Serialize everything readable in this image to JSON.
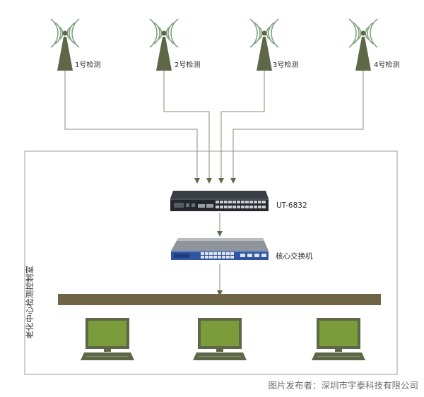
{
  "towers": [
    {
      "label": "1号检测"
    },
    {
      "label": "2号检测"
    },
    {
      "label": "3号检测"
    },
    {
      "label": "4号检测"
    }
  ],
  "devices": {
    "serial_server": {
      "label": "UT-6832"
    },
    "core_switch": {
      "label": "核心交换机"
    }
  },
  "control_room": {
    "label": "老化中心检测控制室"
  },
  "workstations": [
    {
      "icon": "monitor-icon"
    },
    {
      "icon": "monitor-icon"
    },
    {
      "icon": "monitor-icon"
    }
  ],
  "credit": "图片发布者：深圳市宇泰科技有限公司",
  "colors": {
    "olive": "#5e6748",
    "bus_bar": "#6f6446",
    "screen": "#7a9c3a",
    "line": "#8a8a76",
    "box_border": "#9e9e90",
    "wave": "#7fa27f",
    "device_dark": "#2a2d33",
    "switch_gray": "#9aa0a6",
    "switch_blue": "#2f55a3"
  }
}
